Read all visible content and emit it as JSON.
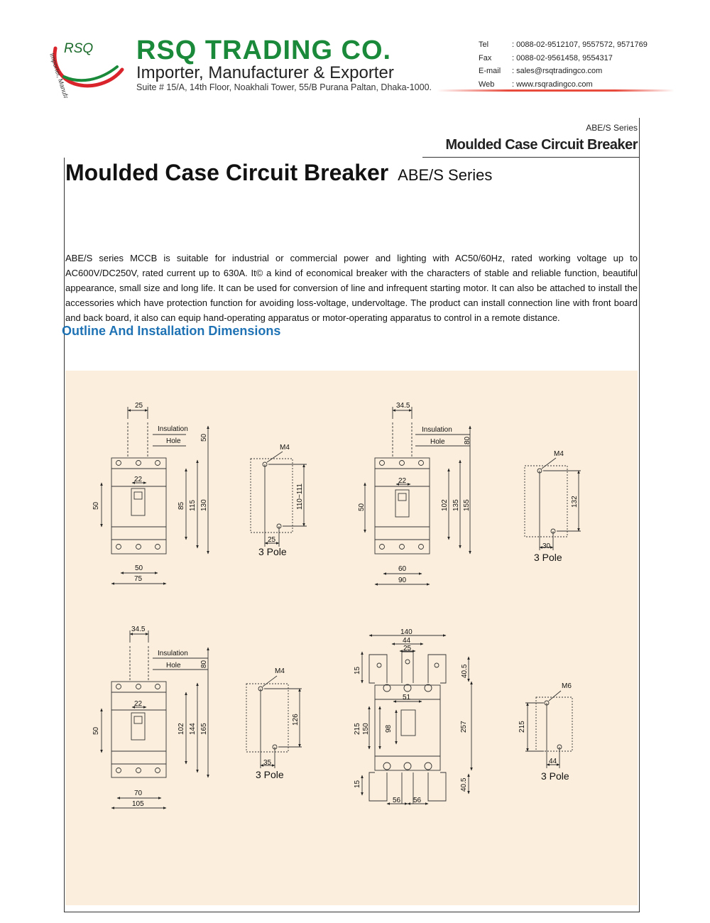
{
  "header": {
    "logo_text": "RSQ",
    "logo_ring_text": "Importer, Manufacturer & Exporter",
    "company_name": "RSQ TRADING CO.",
    "tagline": "Importer, Manufacturer & Exporter",
    "address": "Suite # 15/A, 14th Floor, Noakhali Tower, 55/B Purana Paltan, Dhaka-1000.",
    "contacts": [
      {
        "label": "Tel",
        "value": ": 0088-02-9512107, 9557572, 9571769"
      },
      {
        "label": "Fax",
        "value": ": 0088-02-9561458, 9554317"
      },
      {
        "label": "E-mail",
        "value": ": sales@rsqtradingco.com"
      },
      {
        "label": "Web",
        "value": ": www.rsqradingco.com"
      }
    ]
  },
  "series_label": "ABE/S Series",
  "series_heading": "Moulded Case Circuit Breaker",
  "title": "Moulded Case Circuit Breaker",
  "title_series": "ABE/S Series",
  "description": "ABE/S series MCCB is suitable for industrial or commercial power and lighting with AC50/60Hz, rated working voltage up to AC600V/DC250V, rated current up to 630A. It© a kind of economical breaker with the characters of stable and reliable function, beautiful appearance, small size and long life. It can be used for conversion of line and infrequent starting motor. It can also be attached to install the accessories which have protection function for avoiding loss-voltage, undervoltage. The product can install connection line with front board and back board, it also can equip hand-operating apparatus or motor-operating apparatus to control in a remote distance.",
  "section_heading": "Outline And Installation Dimensions",
  "colors": {
    "brand_green": "#1a8a3a",
    "section_blue": "#1f73b5",
    "panel_bg": "#fbeedc",
    "accent_red": "#e84a3c"
  },
  "drawings": {
    "d1": {
      "top": "25",
      "insulation": "Insulation",
      "hole": "Hole",
      "gap": "50",
      "inner": "22",
      "side": "50",
      "h1": "85",
      "h2": "115",
      "h3": "130",
      "w1": "50",
      "w2": "75"
    },
    "m1": {
      "screw": "M4",
      "height": "110~111",
      "width": "25",
      "pole": "3 Pole"
    },
    "d2": {
      "top": "34.5",
      "insulation": "Insulation",
      "hole": "Hole",
      "gap": "80",
      "inner": "22",
      "side": "50",
      "h1": "102",
      "h2": "135",
      "h3": "155",
      "w1": "60",
      "w2": "90"
    },
    "m2": {
      "screw": "M4",
      "height": "132",
      "width": "30",
      "pole": "3 Pole"
    },
    "d3": {
      "top": "34.5",
      "insulation": "Insulation",
      "hole": "Hole",
      "gap": "80",
      "inner": "22",
      "side": "50",
      "h1": "102",
      "h2": "144",
      "h3": "165",
      "w1": "70",
      "w2": "105"
    },
    "m3": {
      "screw": "M4",
      "height": "126",
      "width": "35",
      "pole": "3 Pole"
    },
    "d4": {
      "w_total": "140",
      "w_mid": "44",
      "w_in": "25",
      "top15": "15",
      "top_ext": "40.5",
      "inner": "51",
      "h_outer": "215",
      "h_150": "150",
      "h_98": "98",
      "h_257": "257",
      "bot15": "15",
      "bot_ext": "40.5",
      "w56a": "56",
      "w56b": "56"
    },
    "m4": {
      "screw": "M6",
      "height": "215",
      "width": "44",
      "pole": "3 Pole"
    }
  }
}
